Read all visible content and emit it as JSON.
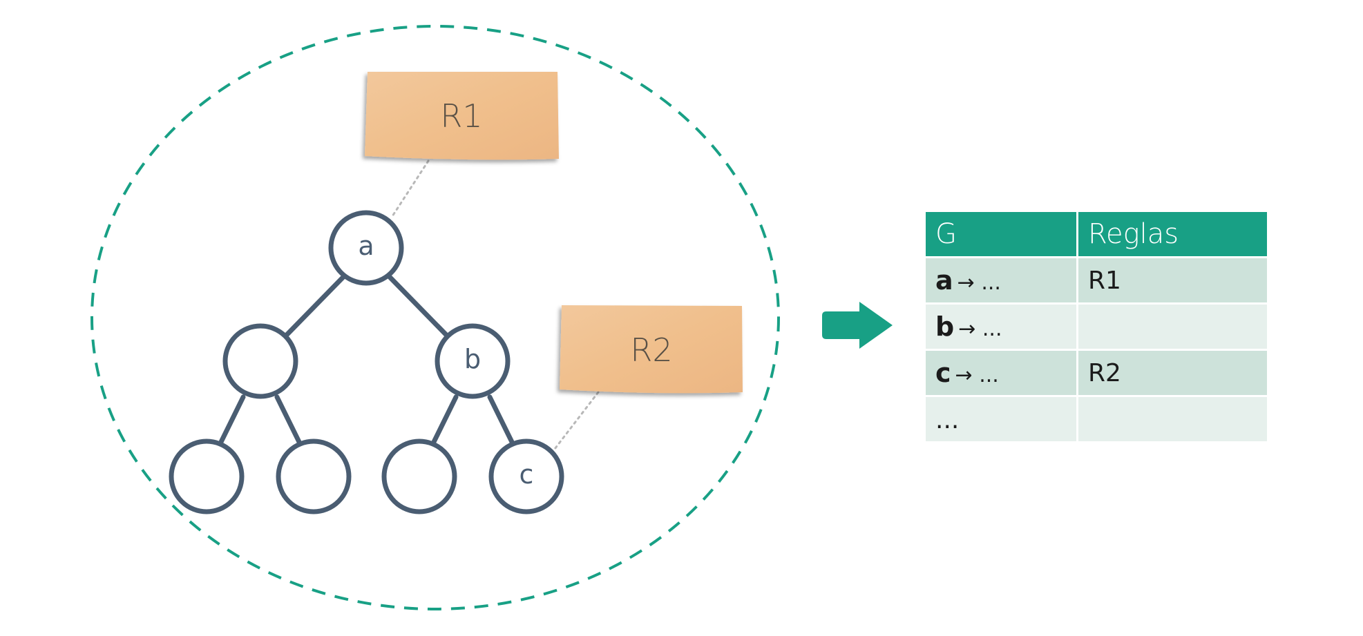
{
  "tree": {
    "nodes": [
      {
        "id": "root",
        "label": "a"
      },
      {
        "id": "left",
        "label": ""
      },
      {
        "id": "right",
        "label": "b"
      },
      {
        "id": "left-left",
        "label": ""
      },
      {
        "id": "left-right",
        "label": ""
      },
      {
        "id": "right-left",
        "label": ""
      },
      {
        "id": "right-right",
        "label": "c"
      }
    ]
  },
  "notes": {
    "r1": "R1",
    "r2": "R2"
  },
  "colors": {
    "accent": "#18a085",
    "node_stroke": "#4a5d72",
    "sticky_note": "#efc08e",
    "table_row_dark": "#cde2da",
    "table_row_light": "#e6f0ec"
  },
  "icons": {
    "arrow": "right-arrow-icon"
  },
  "table": {
    "headers": [
      "G",
      "Reglas"
    ],
    "rows": [
      {
        "var": "a",
        "map": "→ ...",
        "rule": "R1"
      },
      {
        "var": "b",
        "map": "→ ...",
        "rule": ""
      },
      {
        "var": "c",
        "map": "→ ...",
        "rule": "R2"
      },
      {
        "var": "",
        "map": "...",
        "rule": ""
      }
    ]
  }
}
